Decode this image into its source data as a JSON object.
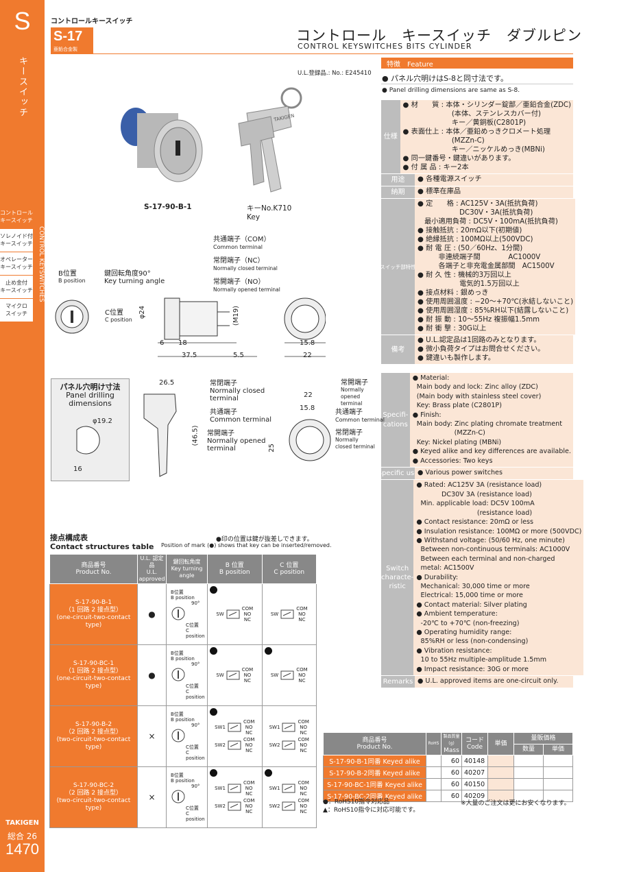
{
  "sidebar": {
    "letter": "S",
    "vertical_label": "キースイッチ",
    "nav": [
      {
        "ja": "コントロール",
        "ja2": "キースイッチ",
        "active": true
      },
      {
        "ja": "ソレノイド付",
        "ja2": "キースイッチ",
        "active": false
      },
      {
        "ja": "オペレーター",
        "ja2": "キースイッチ",
        "active": false
      },
      {
        "ja": "止め金付",
        "ja2": "キースイッチ",
        "active": false
      },
      {
        "ja": "マイクロ",
        "ja2": "スイッチ",
        "active": false
      }
    ],
    "tab": "CONTROL KEYSWITCHES",
    "brand": "TAKIGEN",
    "catalog": "総合 26",
    "page": "1470"
  },
  "header": {
    "breadcrumb": "コントロールキースイッチ",
    "model": "S-17",
    "material": "亜鉛合金製",
    "title_ja": "コントロール　キースイッチ　ダブルピン",
    "title_en": "CONTROL KEYSWITCHES BITS CYLINDER",
    "ul": "U.L.登録品.: No.: E245410"
  },
  "feature": {
    "head": "特徴",
    "head_en": "Feature",
    "ja": "パネル穴明けはS-8と同寸法です。",
    "en": "Panel drilling dimensions are same as S-8."
  },
  "photos": {
    "switch_caption": "S-17-90-B-1",
    "key_caption": "キーNo.K710",
    "key_caption_en": "Key",
    "key_text": "TAKIGEN"
  },
  "drawing": {
    "b_pos": "B位置",
    "b_pos_en": "B position",
    "turn": "鍵回転角度90°",
    "turn_en": "Key turning angle",
    "c_pos": "C位置",
    "c_pos_en": "C position",
    "com": "共通端子（COM）",
    "com_en": "Common terminal",
    "nc": "常閉端子（NC）",
    "nc_en": "Normally closed terminal",
    "no": "常開端子（NO）",
    "no_en": "Normally opened terminal",
    "d24": "φ24",
    "m19": "(M19)",
    "d6": "6",
    "d18": "18",
    "d375": "37.5",
    "d55": "5.5",
    "d158": "15.8",
    "d22": "22"
  },
  "panel": {
    "title_ja": "パネル穴明け寸法",
    "title_en1": "Panel drilling",
    "title_en2": "dimensions",
    "d192": "φ19.2",
    "d16": "16",
    "d265": "26.5",
    "d465": "(46.5)",
    "nc_ja": "常閉端子",
    "nc_en": "Normally closed terminal",
    "com_ja": "共通端子",
    "com_en": "Common terminal",
    "no_ja": "常開端子",
    "no_en": "Normally opened terminal",
    "r_no_ja": "常開端子",
    "r_no_en": "Normally opened terminal",
    "r_com_ja": "共通端子",
    "r_com_en": "Common terminal",
    "r_nc_ja": "常閉端子",
    "r_nc_en": "Normally closed terminal",
    "d22": "22",
    "d158": "15.8",
    "d25": "25"
  },
  "specs_ja": [
    {
      "label": "仕様",
      "lines": [
        "● 材　　質 : 本体・シリンダー錠部／亜鉛合金(ZDC)",
        "　　　　　　　(本体、ステンレスカバー付)",
        "　　　　　　　キー／黄銅板(C2801P)",
        "● 表面仕上 : 本体／亜鉛めっきクロメート処理",
        "　　　　　　　(MZZn-C)",
        "　　　　　　　キー／ニッケルめっき(MBNi)",
        "● 同一鍵番号・鍵違いがあります。",
        "● 付 属 品 : キー2本"
      ]
    },
    {
      "label": "用途",
      "lines": [
        "● 各種電源スイッチ"
      ]
    },
    {
      "label": "納期",
      "lines": [
        "● 標準在庫品"
      ]
    },
    {
      "label": "スイッチ部特性",
      "small": true,
      "lines": [
        "● 定　　格 : AC125V・3A(抵抗負荷)",
        "　　　　　　DC30V・3A(抵抗負荷)",
        "　最小適用負荷 : DC5V・100mA(抵抗負荷)",
        "● 接触抵抗 : 20mΩ以下(初期値)",
        "● 絶縁抵抗 : 100MΩ以上(500VDC)",
        "● 耐 電 圧 : (50／60Hz、1分間)",
        "　　　非連続端子間　　　　AC1000V",
        "　　　各端子と非充電金属部間　AC1500V",
        "● 耐 久 性 : 機械的3万回以上",
        "　　　　　　電気的1.5万回以上",
        "● 接点材料 : 銀めっき",
        "● 使用周囲温度 : −20〜+70℃(氷結しないこと)",
        "● 使用周囲湿度 : 85%RH以下(結露しないこと)",
        "● 耐 振 動 : 10〜55Hz 複振幅1.5mm",
        "● 耐 衝 撃 : 30G以上"
      ]
    },
    {
      "label": "備考",
      "lines": [
        "● U.L.認定品は1回路のみとなります。",
        "● 微小負荷タイプはお問合せください。",
        "● 鍵違いも製作します。"
      ]
    }
  ],
  "specs_en": [
    {
      "label": "Specifi-\ncations",
      "lines": [
        "● Material:",
        "  Main body and lock: Zinc alloy (ZDC)",
        "  (Main body with stainless steel cover)",
        "  Key: Brass plate (C2801P)",
        "● Finish:",
        "  Main body: Zinc plating chromate treatment",
        "                    (MZZn-C)",
        "  Key: Nickel plating (MBNi)",
        "● Keyed alike and key differences are available.",
        "● Accessories: Two keys"
      ]
    },
    {
      "label": "Specific use",
      "lines": [
        "● Various power switches"
      ]
    },
    {
      "label": "Switch\ncharacte-\nristic",
      "lines": [
        "● Rated: AC125V 3A (resistance load)",
        "            DC30V 3A (resistance load)",
        "  Min. applicable load: DC5V 100mA",
        "                             (resistance load)",
        "● Contact resistance: 20mΩ or less",
        "● Insulation resistance: 100MΩ or more (500VDC)",
        "● Withstand voltage: (50/60 Hz, one minute)",
        "  Between non-continuous terminals: AC1000V",
        "  Between each terminal and non-charged",
        "  metal: AC1500V",
        "● Durability:",
        "  Mechanical: 30,000 time or more",
        "  Electrical: 15,000 time or more",
        "● Contact material: Silver plating",
        "● Ambient temperature:",
        "  -20℃ to +70℃ (non-freezing)",
        "● Operating humidity range:",
        "  85%RH or less (non-condensing)",
        "● Vibration resistance:",
        "  10 to 55Hz multiple-amplitude 1.5mm",
        "● Impact resistance: 30G or more"
      ]
    },
    {
      "label": "Remarks",
      "lines": [
        "● U.L. approved items are one-circuit only."
      ]
    }
  ],
  "contact": {
    "title_ja": "接点構成表",
    "title_en": "Contact structures table",
    "note_ja": "●印の位置は鍵が抜差しできます。",
    "note_en": "Position of mark (●) shows that key can be inserted/removed.",
    "headers": {
      "product_ja": "商品番号",
      "product_en": "Product No.",
      "ul_ja": "U.L. 認定品",
      "ul_en": "U.L. approved",
      "turn_ja": "鍵回転角度",
      "turn_en": "Key turning angle",
      "b_ja": "B 位置",
      "b_en": "B position",
      "c_ja": "C 位置",
      "c_en": "C position"
    },
    "rows": [
      {
        "no": "S-17-90-B-1",
        "type_ja": "（1 回路 2 接点型）",
        "type_en": "(one-circuit-two-contact type)",
        "ul": "●"
      },
      {
        "no": "S-17-90-BC-1",
        "type_ja": "（1 回路 2 接点型）",
        "type_en": "(one-circuit-two-contact type)",
        "ul": "●"
      },
      {
        "no": "S-17-90-B-2",
        "type_ja": "（2 回路 2 接点型）",
        "type_en": "(two-circuit-two-contact type)",
        "ul": "×"
      },
      {
        "no": "S-17-90-BC-2",
        "type_ja": "（2 回路 2 接点型）",
        "type_en": "(two-circuit-two-contact type)",
        "ul": "×"
      }
    ],
    "mini": {
      "b": "B位置",
      "b_en": "B position",
      "deg": "90°",
      "c": "C位置",
      "c_en": "C position",
      "sw": "SW",
      "sw1": "SW1",
      "sw2": "SW2",
      "com": "COM",
      "no": "NO",
      "nc": "NC"
    }
  },
  "price_table": {
    "headers": {
      "product_ja": "商品番号",
      "product_en": "Product No.",
      "rohs": "RoHS",
      "mass_ja": "製品質量(g)",
      "mass_en": "Mass",
      "code_ja": "コード",
      "code_en": "Code",
      "unit": "単価",
      "bulk": "量販価格",
      "qty": "数量",
      "price": "単価"
    },
    "rows": [
      {
        "no": "S-17-90-B-1同番 Keyed alike",
        "mass": "60",
        "code": "40148"
      },
      {
        "no": "S-17-90-B-2同番 Keyed alike",
        "mass": "60",
        "code": "40207"
      },
      {
        "no": "S-17-90-BC-1同番 Keyed alike",
        "mass": "60",
        "code": "40150"
      },
      {
        "no": "S-17-90-BC-2同番 Keyed alike",
        "mass": "60",
        "code": "40209"
      }
    ],
    "legend1": "●：RoHS10指令対応品",
    "legend2": "▲：RoHS10指令に対応可能です。",
    "note": "※大量のご注文は更にお安くなります。"
  }
}
